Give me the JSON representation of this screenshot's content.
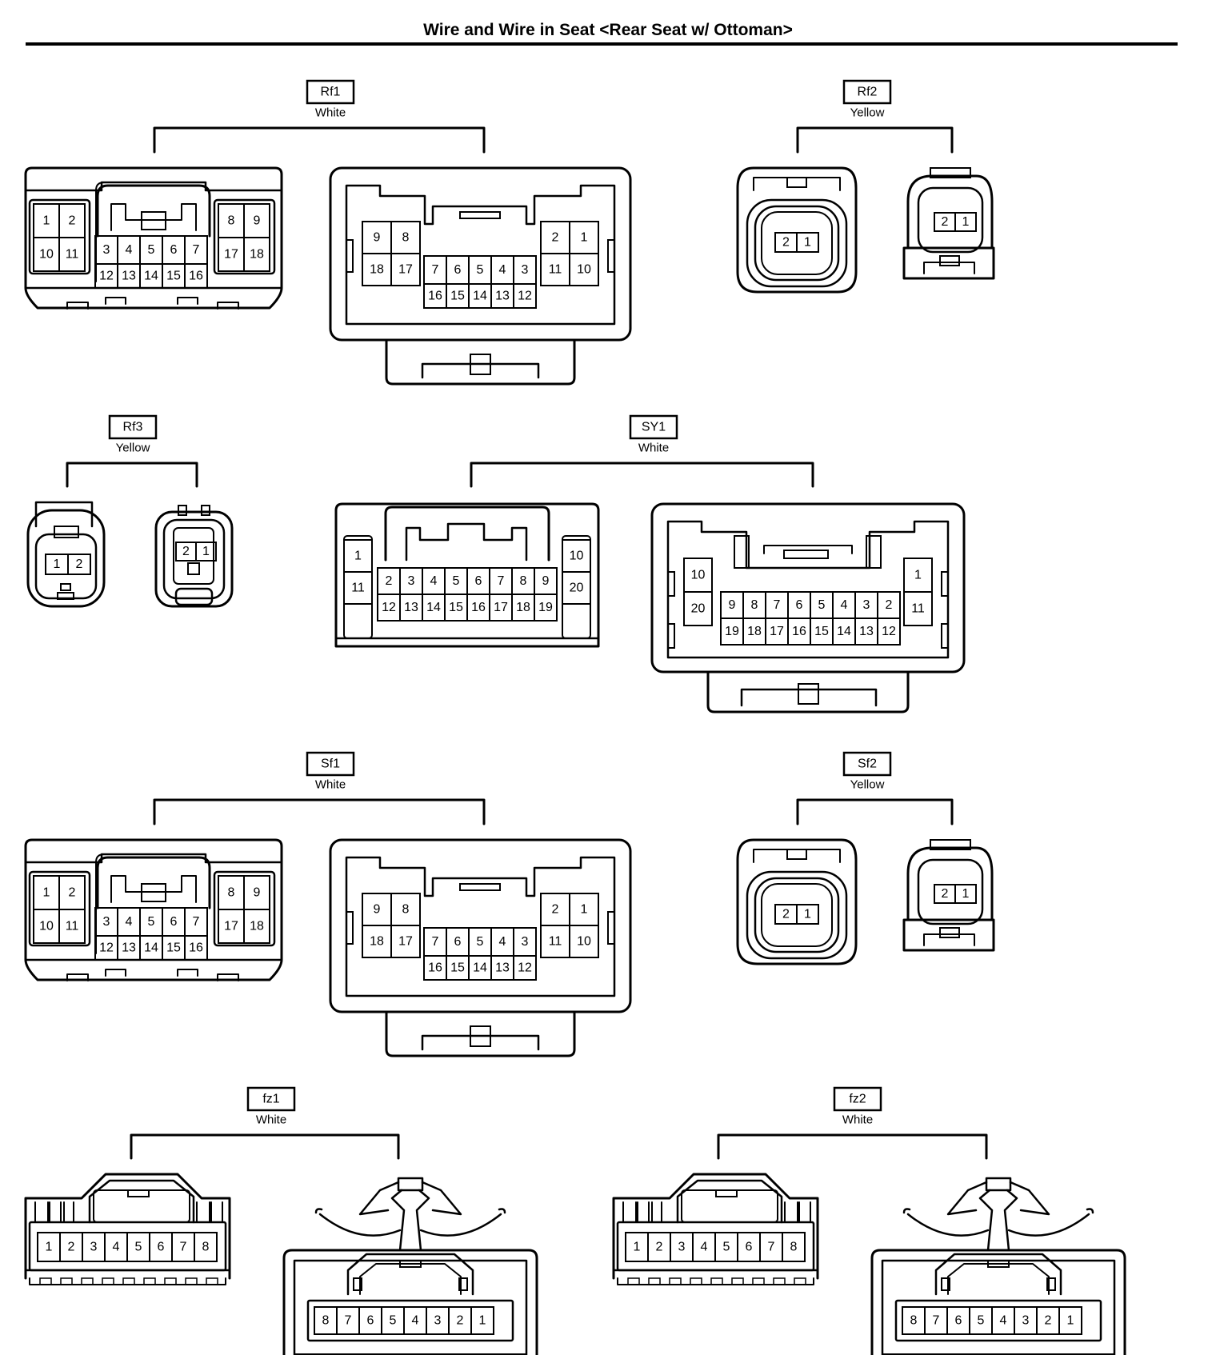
{
  "title": "Wire and Wire in Seat <Rear Seat w/ Ottoman>",
  "connectors": [
    {
      "code": "Rf1",
      "color": "White",
      "left": {
        "type": "rf1_male",
        "rows": [
          [
            "1",
            "2"
          ],
          [
            "10",
            "11"
          ],
          [
            "3",
            "4",
            "5",
            "6",
            "7"
          ],
          [
            "12",
            "13",
            "14",
            "15",
            "16"
          ],
          [
            "8",
            "9"
          ],
          [
            "17",
            "18"
          ]
        ]
      },
      "right": {
        "type": "rf1_female",
        "rows": [
          [
            "9",
            "8"
          ],
          [
            "18",
            "17"
          ],
          [
            "7",
            "6",
            "5",
            "4",
            "3"
          ],
          [
            "16",
            "15",
            "14",
            "13",
            "12"
          ],
          [
            "2",
            "1"
          ],
          [
            "11",
            "10"
          ]
        ]
      }
    },
    {
      "code": "Rf2",
      "color": "Yellow",
      "left": {
        "type": "two_pin_round",
        "pins": [
          "1",
          "2"
        ]
      },
      "right": {
        "type": "two_pin_small",
        "pins": [
          "2",
          "1"
        ]
      }
    },
    {
      "code": "Rf3",
      "color": "Yellow",
      "left": {
        "type": "two_pin_a",
        "pins": [
          "1",
          "2"
        ]
      },
      "right": {
        "type": "two_pin_b",
        "pins": [
          "2",
          "1"
        ]
      }
    },
    {
      "code": "SY1",
      "color": "White",
      "left": {
        "type": "sy1_male",
        "rows": [
          [
            "1"
          ],
          [
            "11"
          ],
          [
            "2",
            "3",
            "4",
            "5",
            "6",
            "7",
            "8",
            "9"
          ],
          [
            "12",
            "13",
            "14",
            "15",
            "16",
            "17",
            "18",
            "19"
          ],
          [
            "10"
          ],
          [
            "20"
          ]
        ]
      },
      "right": {
        "type": "sy1_female",
        "rows": [
          [
            "10"
          ],
          [
            "20"
          ],
          [
            "9",
            "8",
            "7",
            "6",
            "5",
            "4",
            "3",
            "2"
          ],
          [
            "19",
            "18",
            "17",
            "16",
            "15",
            "14",
            "13",
            "12"
          ],
          [
            "1"
          ],
          [
            "11"
          ]
        ]
      }
    },
    {
      "code": "Sf1",
      "color": "White",
      "left": {
        "type": "rf1_male",
        "rows": [
          [
            "1",
            "2"
          ],
          [
            "10",
            "11"
          ],
          [
            "3",
            "4",
            "5",
            "6",
            "7"
          ],
          [
            "12",
            "13",
            "14",
            "15",
            "16"
          ],
          [
            "8",
            "9"
          ],
          [
            "17",
            "18"
          ]
        ]
      },
      "right": {
        "type": "rf1_female",
        "rows": [
          [
            "9",
            "8"
          ],
          [
            "18",
            "17"
          ],
          [
            "7",
            "6",
            "5",
            "4",
            "3"
          ],
          [
            "16",
            "15",
            "14",
            "13",
            "12"
          ],
          [
            "2",
            "1"
          ],
          [
            "11",
            "10"
          ]
        ]
      }
    },
    {
      "code": "Sf2",
      "color": "Yellow",
      "left": {
        "type": "two_pin_round",
        "pins": [
          "1",
          "2"
        ]
      },
      "right": {
        "type": "two_pin_small",
        "pins": [
          "2",
          "1"
        ]
      }
    },
    {
      "code": "fz1",
      "color": "White",
      "left": {
        "type": "eight_male",
        "pins": [
          "1",
          "2",
          "3",
          "4",
          "5",
          "6",
          "7",
          "8"
        ]
      },
      "right": {
        "type": "eight_female",
        "pins": [
          "8",
          "7",
          "6",
          "5",
          "4",
          "3",
          "2",
          "1"
        ]
      }
    },
    {
      "code": "fz2",
      "color": "White",
      "left": {
        "type": "eight_male",
        "pins": [
          "1",
          "2",
          "3",
          "4",
          "5",
          "6",
          "7",
          "8"
        ]
      },
      "right": {
        "type": "eight_female",
        "pins": [
          "8",
          "7",
          "6",
          "5",
          "4",
          "3",
          "2",
          "1"
        ]
      }
    }
  ]
}
